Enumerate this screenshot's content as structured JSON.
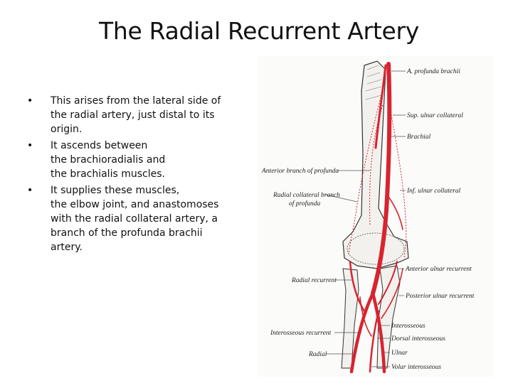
{
  "slide": {
    "title": "The Radial Recurrent Artery",
    "bullets": [
      {
        "marker": "•",
        "lines": [
          "This arises from the lateral side of",
          "the radial artery, just distal to its",
          "origin."
        ]
      },
      {
        "marker": "•",
        "lines": [
          "It ascends between",
          "the brachioradialis and",
          "the brachialis muscles."
        ]
      },
      {
        "marker": "•",
        "lines": [
          "It supplies these muscles,",
          "the elbow joint, and anastomoses",
          "with the radial collateral artery, a",
          "branch of the profunda brachii",
          "artery."
        ]
      }
    ]
  },
  "figure": {
    "labels": {
      "profunda_brachii": "A. profunda brachii",
      "sup_ulnar_collateral": "Sup. ulnar collateral",
      "brachial": "Brachial",
      "anterior_branch_profunda": "Anterior branch of profunda",
      "radial_collateral_line1": "Radial collateral branch",
      "radial_collateral_line2": "of profunda",
      "inf_ulnar_collateral": "Inf. ulnar collateral",
      "anterior_ulnar_recurrent": "Anterior ulnar recurrent",
      "radial_recurrent": "Radial recurrent",
      "posterior_ulnar_recurrent": "Posterior ulnar recurrent",
      "interosseous": "Interosseous",
      "interosseous_recurrent": "Interosseous recurrent",
      "dorsal_interosseous": "Dorsal interosseous",
      "radial": "Radial",
      "ulnar": "Ulnar",
      "volar_interosseous": "Volar interosseous"
    },
    "colors": {
      "artery": "#d8242f",
      "bone": "#f3f1ee",
      "outline": "#333333",
      "leader": "#555555"
    }
  }
}
